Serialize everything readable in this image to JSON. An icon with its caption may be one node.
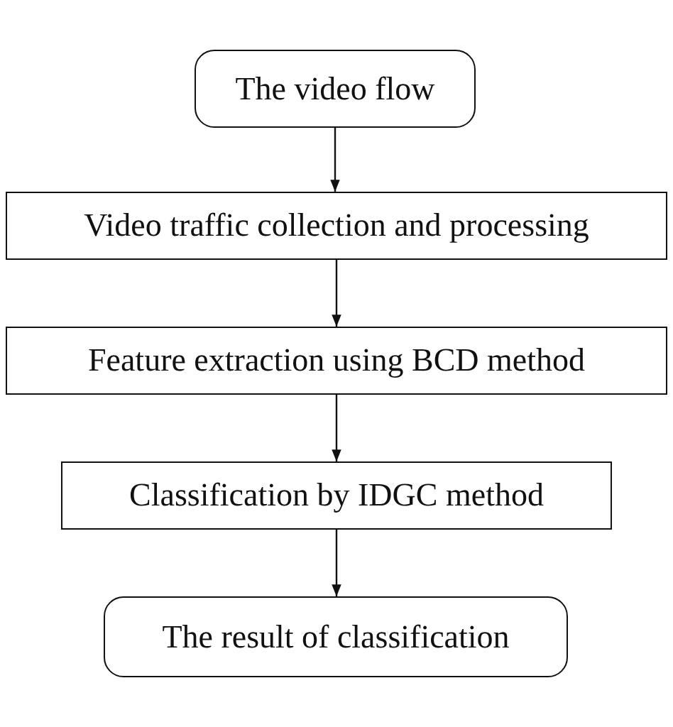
{
  "diagram": {
    "nodes": [
      {
        "text": [
          "The video flow"
        ]
      },
      {
        "text": [
          "Video traffic collection and processing"
        ]
      },
      {
        "text": [
          "Feature extraction using BCD method"
        ]
      },
      {
        "text": [
          "Classification by IDGC method"
        ]
      },
      {
        "text": [
          "The result of classification"
        ]
      }
    ],
    "edges": [
      {
        "from": 0,
        "to": 1,
        "arrow": "to"
      },
      {
        "from": 1,
        "to": 2,
        "arrow": "to"
      },
      {
        "from": 2,
        "to": 3,
        "arrow": "to"
      },
      {
        "from": 3,
        "to": 4,
        "arrow": "to"
      }
    ]
  }
}
